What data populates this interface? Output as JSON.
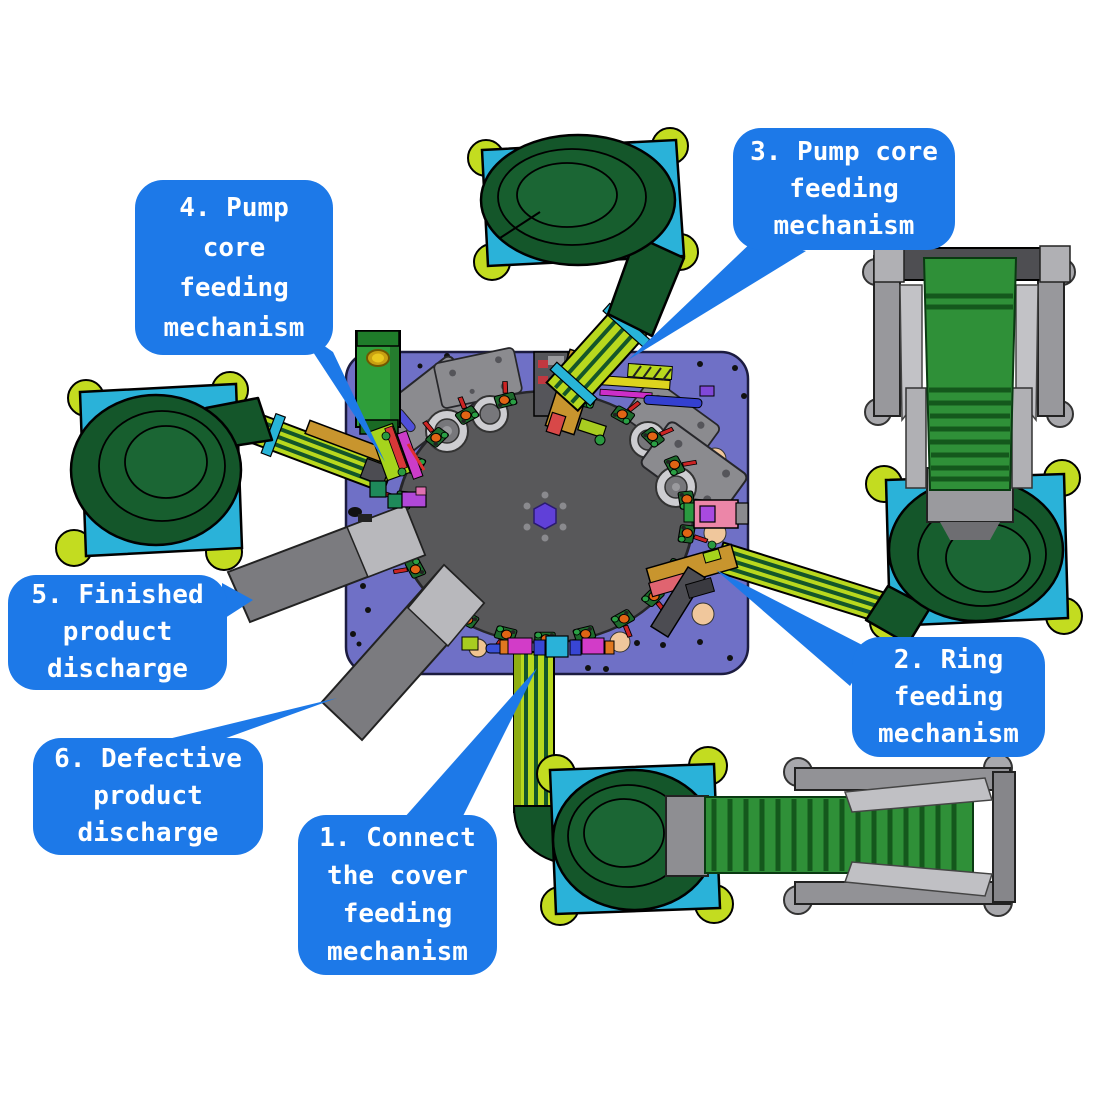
{
  "palette": {
    "callout_blue": "#1d79e8",
    "callout_text": "#ffffff",
    "plate_purple": "#6f70c6",
    "disc_gray": "#58585a",
    "bowl_green": "#14562a",
    "base_cyan": "#2ab2d9",
    "rail_lime": "#b8d81e",
    "belt_green": "#2f9038",
    "frame_gray": "#8e8e92",
    "chute_gray": "#7b7b7f",
    "foot_lime": "#c3dc20"
  },
  "callouts": [
    {
      "number": "1",
      "label": "1. Connect the cover feeding mechanism",
      "lines": [
        "1. Connect",
        "the cover",
        "feeding",
        "mechanism"
      ]
    },
    {
      "number": "2",
      "label": "2. Ring feeding mechanism",
      "lines": [
        "2. Ring",
        "feeding",
        "mechanism"
      ]
    },
    {
      "number": "3",
      "label": "3. Pump core feeding mechanism",
      "lines": [
        "3. Pump core",
        "feeding",
        "mechanism"
      ]
    },
    {
      "number": "4",
      "label": "4. Pump core feeding mechanism",
      "lines": [
        "4. Pump",
        "core",
        "feeding",
        "mechanism"
      ]
    },
    {
      "number": "5",
      "label": "5. Finished product discharge",
      "lines": [
        "5. Finished",
        "product",
        "discharge"
      ]
    },
    {
      "number": "6",
      "label": "6. Defective product discharge",
      "lines": [
        "6. Defective",
        "product",
        "discharge"
      ]
    }
  ]
}
